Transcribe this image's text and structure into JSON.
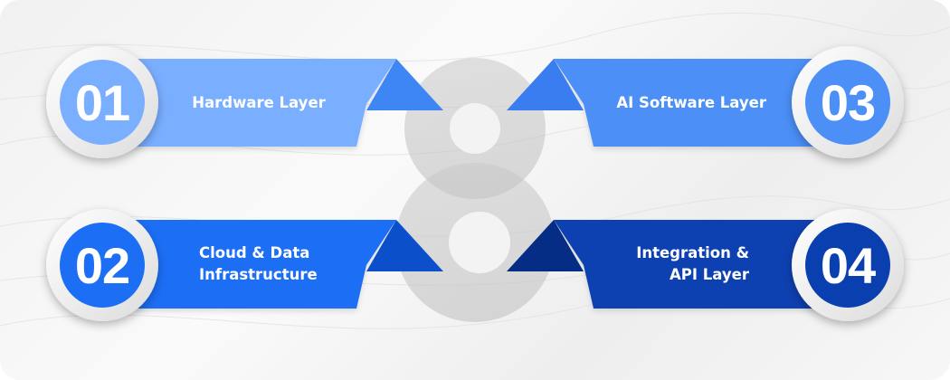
{
  "colors": {
    "layer1": "#7aaeff",
    "layer2": "#1c6ef5",
    "layer3": "#4c8ff7",
    "layer4": "#0a3fb0"
  },
  "layers": [
    {
      "number": "01",
      "label": [
        "Hardware Layer"
      ]
    },
    {
      "number": "02",
      "label": [
        "Cloud & Data",
        "Infrastructure"
      ]
    },
    {
      "number": "03",
      "label": [
        "AI Software Layer"
      ]
    },
    {
      "number": "04",
      "label": [
        "Integration &",
        "API Layer"
      ]
    }
  ]
}
